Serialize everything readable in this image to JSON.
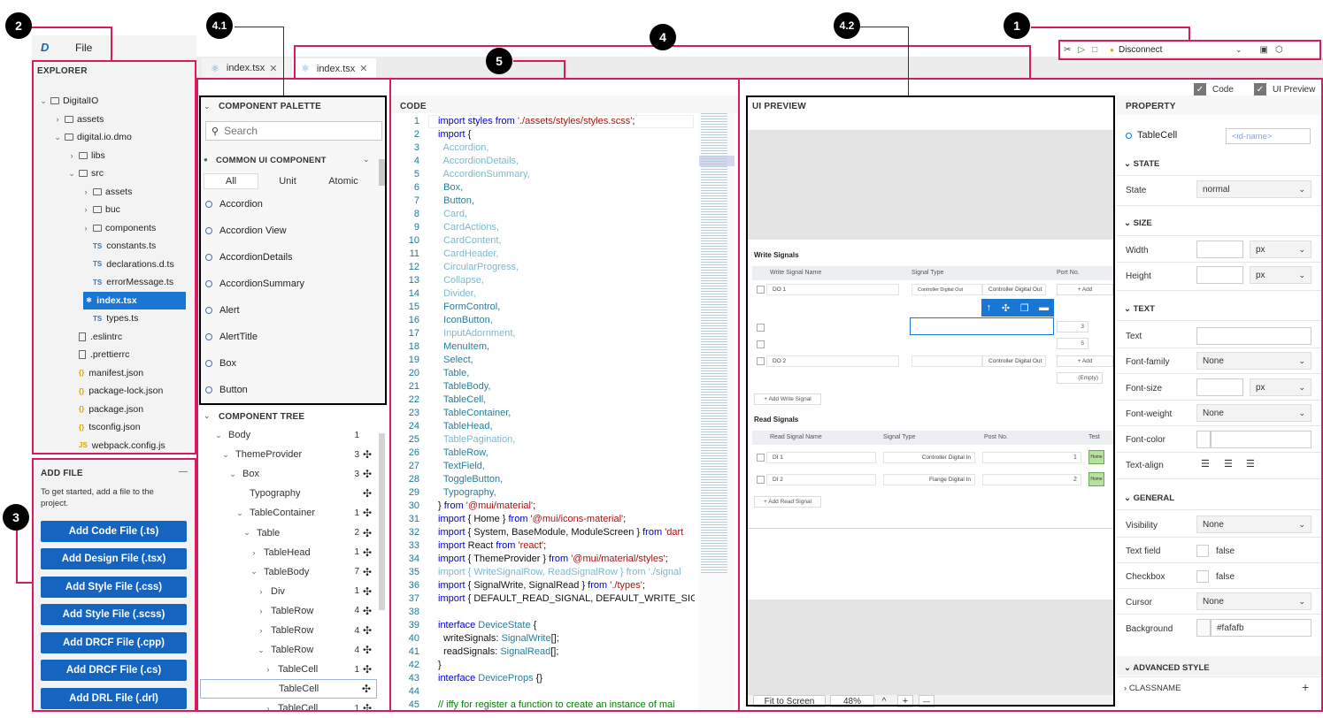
{
  "menu": {
    "logo": "D",
    "file": "File"
  },
  "toolbar": {
    "connection": "Disconnect"
  },
  "explorer": {
    "title": "EXPLORER",
    "items": [
      {
        "label": "DigitalIO",
        "kind": "folder",
        "level": 0,
        "open": true
      },
      {
        "label": "assets",
        "kind": "folder",
        "level": 1,
        "open": false
      },
      {
        "label": "digital.io.dmo",
        "kind": "folder",
        "level": 1,
        "open": true
      },
      {
        "label": "libs",
        "kind": "folder",
        "level": 2,
        "open": false
      },
      {
        "label": "src",
        "kind": "folder",
        "level": 2,
        "open": true
      },
      {
        "label": "assets",
        "kind": "folder",
        "level": 3,
        "open": false
      },
      {
        "label": "buc",
        "kind": "folder",
        "level": 3,
        "open": false
      },
      {
        "label": "components",
        "kind": "folder",
        "level": 3,
        "open": false
      },
      {
        "label": "constants.ts",
        "kind": "ts",
        "level": 3
      },
      {
        "label": "declarations.d.ts",
        "kind": "ts",
        "level": 3
      },
      {
        "label": "errorMessage.ts",
        "kind": "ts",
        "level": 3
      },
      {
        "label": "index.tsx",
        "kind": "tsx",
        "level": 3,
        "selected": true
      },
      {
        "label": "types.ts",
        "kind": "ts",
        "level": 3
      },
      {
        "label": ".eslintrc",
        "kind": "file",
        "level": 2
      },
      {
        "label": ".prettierrc",
        "kind": "file",
        "level": 2
      },
      {
        "label": "manifest.json",
        "kind": "json",
        "level": 2
      },
      {
        "label": "package-lock.json",
        "kind": "json",
        "level": 2
      },
      {
        "label": "package.json",
        "kind": "json",
        "level": 2
      },
      {
        "label": "tsconfig.json",
        "kind": "json",
        "level": 2
      },
      {
        "label": "webpack.config.js",
        "kind": "js",
        "level": 2
      }
    ]
  },
  "add_file": {
    "title": "ADD FILE",
    "collapse": "—",
    "hint": "To get started, add a file to the project.",
    "buttons": [
      "Add Code File (.ts)",
      "Add Design File (.tsx)",
      "Add Style File (.css)",
      "Add Style File (.scss)",
      "Add DRCF File (.cpp)",
      "Add DRCF File (.cs)",
      "Add DRL File (.drl)"
    ]
  },
  "tabs": [
    {
      "label": "index.tsx"
    },
    {
      "label": "index.tsx"
    }
  ],
  "palette": {
    "title": "COMPONENT PALETTE",
    "search_placeholder": "Search",
    "group": "COMMON UI COMPONENT",
    "filters": [
      "All",
      "Unit",
      "Atomic"
    ],
    "items": [
      "Accordion",
      "Accordion View",
      "AccordionDetails",
      "AccordionSummary",
      "Alert",
      "AlertTitle",
      "Box",
      "Button"
    ]
  },
  "component_tree": {
    "title": "COMPONENT TREE",
    "rows": [
      {
        "label": "Body",
        "indent": 0,
        "chev": "v",
        "count": "1",
        "move": false
      },
      {
        "label": "ThemeProvider",
        "indent": 1,
        "chev": "v",
        "count": "3",
        "move": true
      },
      {
        "label": "Box",
        "indent": 2,
        "chev": "v",
        "count": "3",
        "move": true
      },
      {
        "label": "Typography",
        "indent": 3,
        "chev": "",
        "count": "",
        "move": true
      },
      {
        "label": "TableContainer",
        "indent": 3,
        "chev": "v",
        "count": "1",
        "move": true
      },
      {
        "label": "Table",
        "indent": 4,
        "chev": "v",
        "count": "2",
        "move": true
      },
      {
        "label": "TableHead",
        "indent": 5,
        "chev": ">",
        "count": "1",
        "move": true
      },
      {
        "label": "TableBody",
        "indent": 5,
        "chev": "v",
        "count": "7",
        "move": true
      },
      {
        "label": "Div",
        "indent": 6,
        "chev": ">",
        "count": "1",
        "move": true
      },
      {
        "label": "TableRow",
        "indent": 6,
        "chev": ">",
        "count": "4",
        "move": true
      },
      {
        "label": "TableRow",
        "indent": 6,
        "chev": ">",
        "count": "4",
        "move": true
      },
      {
        "label": "TableRow",
        "indent": 6,
        "chev": "v",
        "count": "4",
        "move": true
      },
      {
        "label": "TableCell",
        "indent": 7,
        "chev": ">",
        "count": "1",
        "move": true
      },
      {
        "label": "TableCell",
        "indent": 7,
        "chev": "",
        "count": "",
        "move": true,
        "selected": true
      },
      {
        "label": "TableCell",
        "indent": 7,
        "chev": ">",
        "count": "1",
        "move": true
      }
    ]
  },
  "code": {
    "title": "CODE",
    "lines": [
      [
        [
          "import styles from ",
          "kw"
        ],
        [
          "'./assets/styles/styles.scss'",
          "str"
        ],
        [
          ";",
          ""
        ]
      ],
      [
        [
          "import ",
          "kw"
        ],
        [
          "{",
          ""
        ]
      ],
      [
        [
          "  Accordion,",
          "dim"
        ]
      ],
      [
        [
          "  AccordionDetails,",
          "dim"
        ]
      ],
      [
        [
          "  AccordionSummary,",
          "dim"
        ]
      ],
      [
        [
          "  Box,",
          "id"
        ]
      ],
      [
        [
          "  Button,",
          "id"
        ]
      ],
      [
        [
          "  Card,",
          "dim"
        ]
      ],
      [
        [
          "  CardActions,",
          "dim"
        ]
      ],
      [
        [
          "  CardContent,",
          "dim"
        ]
      ],
      [
        [
          "  CardHeader,",
          "dim"
        ]
      ],
      [
        [
          "  CircularProgress,",
          "dim"
        ]
      ],
      [
        [
          "  Collapse,",
          "dim"
        ]
      ],
      [
        [
          "  Divider,",
          "dim"
        ]
      ],
      [
        [
          "  FormControl,",
          "id"
        ]
      ],
      [
        [
          "  IconButton,",
          "id"
        ]
      ],
      [
        [
          "  InputAdornment,",
          "dim"
        ]
      ],
      [
        [
          "  MenuItem,",
          "id"
        ]
      ],
      [
        [
          "  Select,",
          "id"
        ]
      ],
      [
        [
          "  Table,",
          "id"
        ]
      ],
      [
        [
          "  TableBody,",
          "id"
        ]
      ],
      [
        [
          "  TableCell,",
          "id"
        ]
      ],
      [
        [
          "  TableContainer,",
          "id"
        ]
      ],
      [
        [
          "  TableHead,",
          "id"
        ]
      ],
      [
        [
          "  TablePagination,",
          "dim"
        ]
      ],
      [
        [
          "  TableRow,",
          "id"
        ]
      ],
      [
        [
          "  TextField,",
          "id"
        ]
      ],
      [
        [
          "  ToggleButton,",
          "id"
        ]
      ],
      [
        [
          "  Typography,",
          "id"
        ]
      ],
      [
        [
          "} ",
          ""
        ],
        [
          "from ",
          "kw"
        ],
        [
          "'@mui/material'",
          "str"
        ],
        [
          ";",
          ""
        ]
      ],
      [
        [
          "import ",
          "kw"
        ],
        [
          "{ Home } ",
          ""
        ],
        [
          "from ",
          "kw"
        ],
        [
          "'@mui/icons-material'",
          "str"
        ],
        [
          ";",
          ""
        ]
      ],
      [
        [
          "import ",
          "kw"
        ],
        [
          "{ System, BaseModule, ModuleScreen } ",
          ""
        ],
        [
          "from ",
          "kw"
        ],
        [
          "'dart",
          "str"
        ]
      ],
      [
        [
          "import ",
          "kw"
        ],
        [
          "React ",
          ""
        ],
        [
          "from ",
          "kw"
        ],
        [
          "'react'",
          "str"
        ],
        [
          ";",
          ""
        ]
      ],
      [
        [
          "import ",
          "kw"
        ],
        [
          "{ ThemeProvider } ",
          ""
        ],
        [
          "from ",
          "kw"
        ],
        [
          "'@mui/material/styles'",
          "str"
        ],
        [
          ";",
          ""
        ]
      ],
      [
        [
          "import { WriteSignalRow, ReadSignalRow } from './signal",
          "dim"
        ]
      ],
      [
        [
          "import ",
          "kw"
        ],
        [
          "{ SignalWrite, SignalRead } ",
          ""
        ],
        [
          "from ",
          "kw"
        ],
        [
          "'./types'",
          "str"
        ],
        [
          ";",
          ""
        ]
      ],
      [
        [
          "import ",
          "kw"
        ],
        [
          "{ DEFAULT_READ_SIGNAL, DEFAULT_WRITE_SIGNA",
          ""
        ]
      ],
      [
        [
          "",
          ""
        ]
      ],
      [
        [
          "interface ",
          "kw"
        ],
        [
          "DeviceState ",
          "id"
        ],
        [
          "{",
          ""
        ]
      ],
      [
        [
          "  writeSignals: ",
          ""
        ],
        [
          "SignalWrite",
          "id"
        ],
        [
          "[];",
          ""
        ]
      ],
      [
        [
          "  readSignals: ",
          ""
        ],
        [
          "SignalRead",
          "id"
        ],
        [
          "[];",
          ""
        ]
      ],
      [
        [
          "}",
          ""
        ]
      ],
      [
        [
          "interface ",
          "kw"
        ],
        [
          "DeviceProps ",
          "id"
        ],
        [
          "{}",
          ""
        ]
      ],
      [
        [
          "",
          ""
        ]
      ],
      [
        [
          "// iffy for register a function to create an instance of mai",
          "cm"
        ]
      ]
    ]
  },
  "preview": {
    "title": "UI PREVIEW",
    "show_code": "Code",
    "show_preview": "UI Preview",
    "write_title": "Write Signals",
    "write_headers": [
      "Write Signal Name",
      "Signal Type",
      "Port No."
    ],
    "write_rows": [
      {
        "name": "DO 1",
        "type": "Controller Digital Out",
        "type2": "Controller Digital Out",
        "port": "+ Add"
      },
      {
        "name": "DO 2",
        "type": "",
        "type2": "Controller Digital Out",
        "port": "+ Add"
      }
    ],
    "partial_ports": [
      "3",
      "5"
    ],
    "empty": "(Empty)",
    "add_write": "+ Add Write Signal",
    "read_title": "Read Signals",
    "read_headers": [
      "Read Signal Name",
      "Signal Type",
      "Post No.",
      "Test"
    ],
    "read_rows": [
      {
        "name": "DI 1",
        "type": "Controller Digital In",
        "port": "1",
        "test": "Home"
      },
      {
        "name": "DI 2",
        "type": "Flange Digital In",
        "port": "2",
        "test": "Home"
      }
    ],
    "add_read": "+ Add Read Signal",
    "fit": "Fit to Screen",
    "zoom": "48%",
    "zoom_in": "+",
    "zoom_out": "—",
    "zoom_up": "^"
  },
  "property": {
    "title": "PROPERTY",
    "component": "TableCell",
    "id_placeholder": "<id-name>",
    "sections": {
      "state": "STATE",
      "size": "SIZE",
      "text": "TEXT",
      "general": "GENERAL",
      "advanced": "ADVANCED STYLE",
      "classname": "CLASSNAME"
    },
    "state": {
      "label": "State",
      "value": "normal"
    },
    "width": {
      "label": "Width",
      "unit": "px"
    },
    "height": {
      "label": "Height",
      "unit": "px"
    },
    "text": {
      "label": "Text"
    },
    "font_family": {
      "label": "Font-family",
      "value": "None"
    },
    "font_size": {
      "label": "Font-size",
      "unit": "px"
    },
    "font_weight": {
      "label": "Font-weight",
      "value": "None"
    },
    "font_color": {
      "label": "Font-color"
    },
    "text_align": {
      "label": "Text-align"
    },
    "visibility": {
      "label": "Visibility",
      "value": "None"
    },
    "text_field": {
      "label": "Text field",
      "value": "false"
    },
    "checkbox": {
      "label": "Checkbox",
      "value": "false"
    },
    "cursor": {
      "label": "Cursor",
      "value": "None"
    },
    "background": {
      "label": "Background",
      "value": "#fafafb"
    }
  },
  "badges": [
    "2",
    "4.1",
    "4",
    "5",
    "4.2",
    "1",
    "3"
  ],
  "colors": {
    "accent": "#1565c0",
    "annotation": "#d81b60"
  }
}
